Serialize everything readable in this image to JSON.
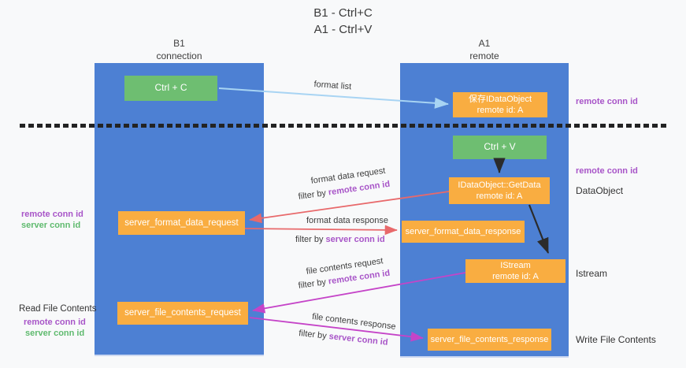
{
  "title": {
    "line1": "B1 - Ctrl+C",
    "line2": "A1 - Ctrl+V"
  },
  "lanes": {
    "left": {
      "name": "B1",
      "role": "connection"
    },
    "right": {
      "name": "A1",
      "role": "remote"
    }
  },
  "nodes": {
    "ctrl_c": {
      "label": "Ctrl + C"
    },
    "save_dataobject": {
      "line1": "保存IDataObject",
      "line2": "remote id: A"
    },
    "ctrl_v": {
      "label": "Ctrl + V"
    },
    "getdata": {
      "line1": "IDataObject::GetData",
      "line2": "remote id: A"
    },
    "format_request": {
      "label": "server_format_data_request"
    },
    "format_response": {
      "label": "server_format_data_response"
    },
    "istream": {
      "line1": "IStream",
      "line2": "remote id: A"
    },
    "file_request": {
      "label": "server_file_contents_request"
    },
    "file_response": {
      "label": "server_file_contents_response"
    }
  },
  "flows": {
    "format_list": {
      "label": "format list"
    },
    "format_request": {
      "label": "format data request",
      "filter_prefix": "filter by ",
      "filter_value": "remote conn id"
    },
    "format_response": {
      "label": "format data response",
      "filter_prefix": "filter by ",
      "filter_value": "server conn id"
    },
    "file_request": {
      "label": "file contents request",
      "filter_prefix": "filter by ",
      "filter_value": "remote conn id"
    },
    "file_response": {
      "label": "file contents response",
      "filter_prefix": "filter by ",
      "filter_value": "server conn id"
    }
  },
  "annotations": {
    "right_top_conn": "remote conn id",
    "right_mid_conn": "remote conn id",
    "dataobject": "DataObject",
    "istream": "Istream",
    "write_file": "Write File Contents",
    "left_format_remote": "remote conn id",
    "left_format_server": "server conn id",
    "read_file": "Read File Contents",
    "left_file_remote": "remote conn id",
    "left_file_server": "server conn id"
  },
  "colors": {
    "lane_blue": "#4d80d3",
    "node_green": "#6ebe71",
    "node_orange": "#f9ad41",
    "arrow_lightblue": "#a8d4f3",
    "arrow_salmon": "#e8696b",
    "arrow_magenta": "#c544c8",
    "arrow_black": "#2b2b2b",
    "text_purple": "#a855c8",
    "text_green": "#5fba6e"
  }
}
